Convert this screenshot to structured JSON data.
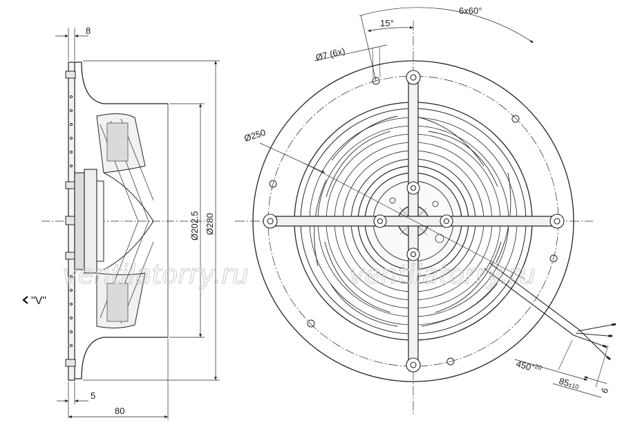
{
  "side_view": {
    "dim_top_flange": "8",
    "dim_bottom_flange": "5",
    "dim_depth": "80",
    "dim_inner_dia": "Ø202.5",
    "dim_outer_dia": "Ø280",
    "view_marker": "\"V\"",
    "view_arrow_icon": "chevron-left-icon"
  },
  "front_view": {
    "angle_total": "6x60°",
    "angle_offset": "15°",
    "hole_dia": "Ø7 (6x)",
    "bolt_circle": "Ø250",
    "cable_length": "450",
    "cable_length_tol": "+20",
    "strip_length": "85",
    "strip_length_tol": "±10",
    "wire_end": "6"
  },
  "watermark": {
    "left": "ventilatorry.ru",
    "right": "ventilatorry.ru"
  }
}
